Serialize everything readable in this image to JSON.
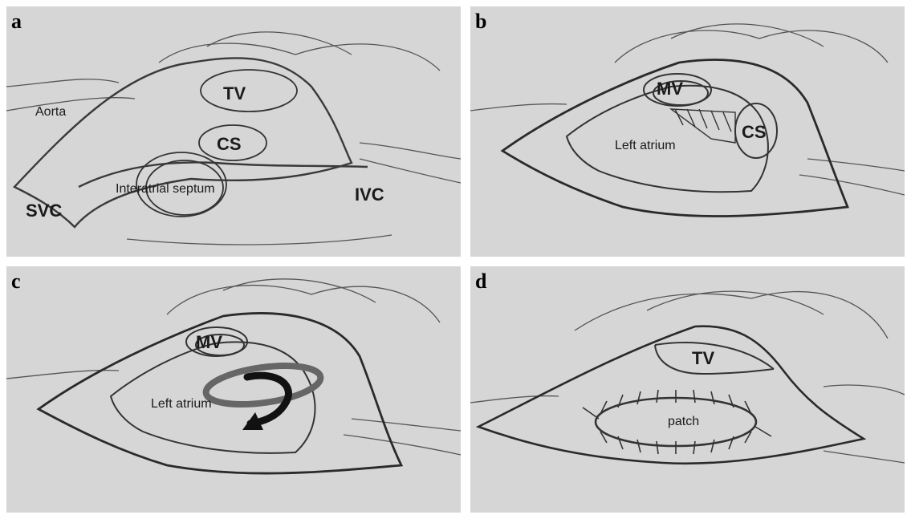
{
  "panels": {
    "a": {
      "letter": "a",
      "labels": {
        "tv": "TV",
        "aorta": "Aorta",
        "cs": "CS",
        "interatrial_septum": "Interatrial septum",
        "svc": "SVC",
        "ivc": "IVC"
      }
    },
    "b": {
      "letter": "b",
      "labels": {
        "mv": "MV",
        "cs": "CS",
        "left_atrium": "Left atrium"
      }
    },
    "c": {
      "letter": "c",
      "labels": {
        "mv": "MV",
        "left_atrium": "Left atrium"
      }
    },
    "d": {
      "letter": "d",
      "labels": {
        "tv": "TV",
        "patch": "patch"
      }
    }
  }
}
